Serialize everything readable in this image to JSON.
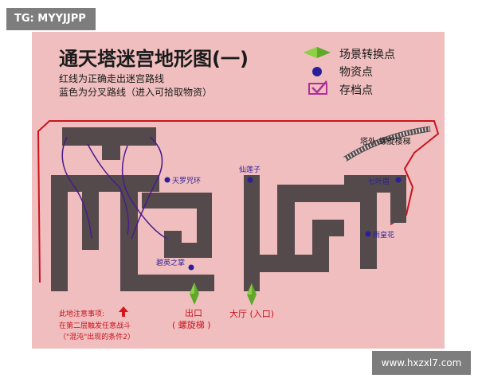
{
  "watermark_top": "TG: MYYJJPP",
  "watermark_bottom": "www.hxzxl7.com",
  "title": "通天塔迷宫地形图(一)",
  "desc_red": "红线为正确走出迷宫路线",
  "desc_blue": "蓝色为分叉路线（进入可拾取物资）",
  "legend": {
    "transfer": "场景转换点",
    "supply": "物资点",
    "save": "存档点"
  },
  "labels": {
    "tower_stairs": "塔外-螺旋楼梯",
    "tianluo": "天罗咒环",
    "xianlian": "仙莲子",
    "qiye": "七叶眉",
    "yuhuanghua": "雨皇花",
    "biying": "碧英之掌",
    "exit": "出口",
    "exit_sub": "( 螺旋梯 )",
    "hall": "大厅 (入口)"
  },
  "note": {
    "line1": "此地注意事项:",
    "line2": "在第二层触发任意战斗",
    "line3": "（\"混沌\"出现的条件2）"
  },
  "colors": {
    "wall": "#544a4c",
    "red_route": "#c8141e",
    "blue_route": "#4a1a8c",
    "supply_dot": "#2a1e9a",
    "save_icon": "#b0309a",
    "transfer_green": "#5fa82a",
    "arrow_red": "#d8141e"
  }
}
